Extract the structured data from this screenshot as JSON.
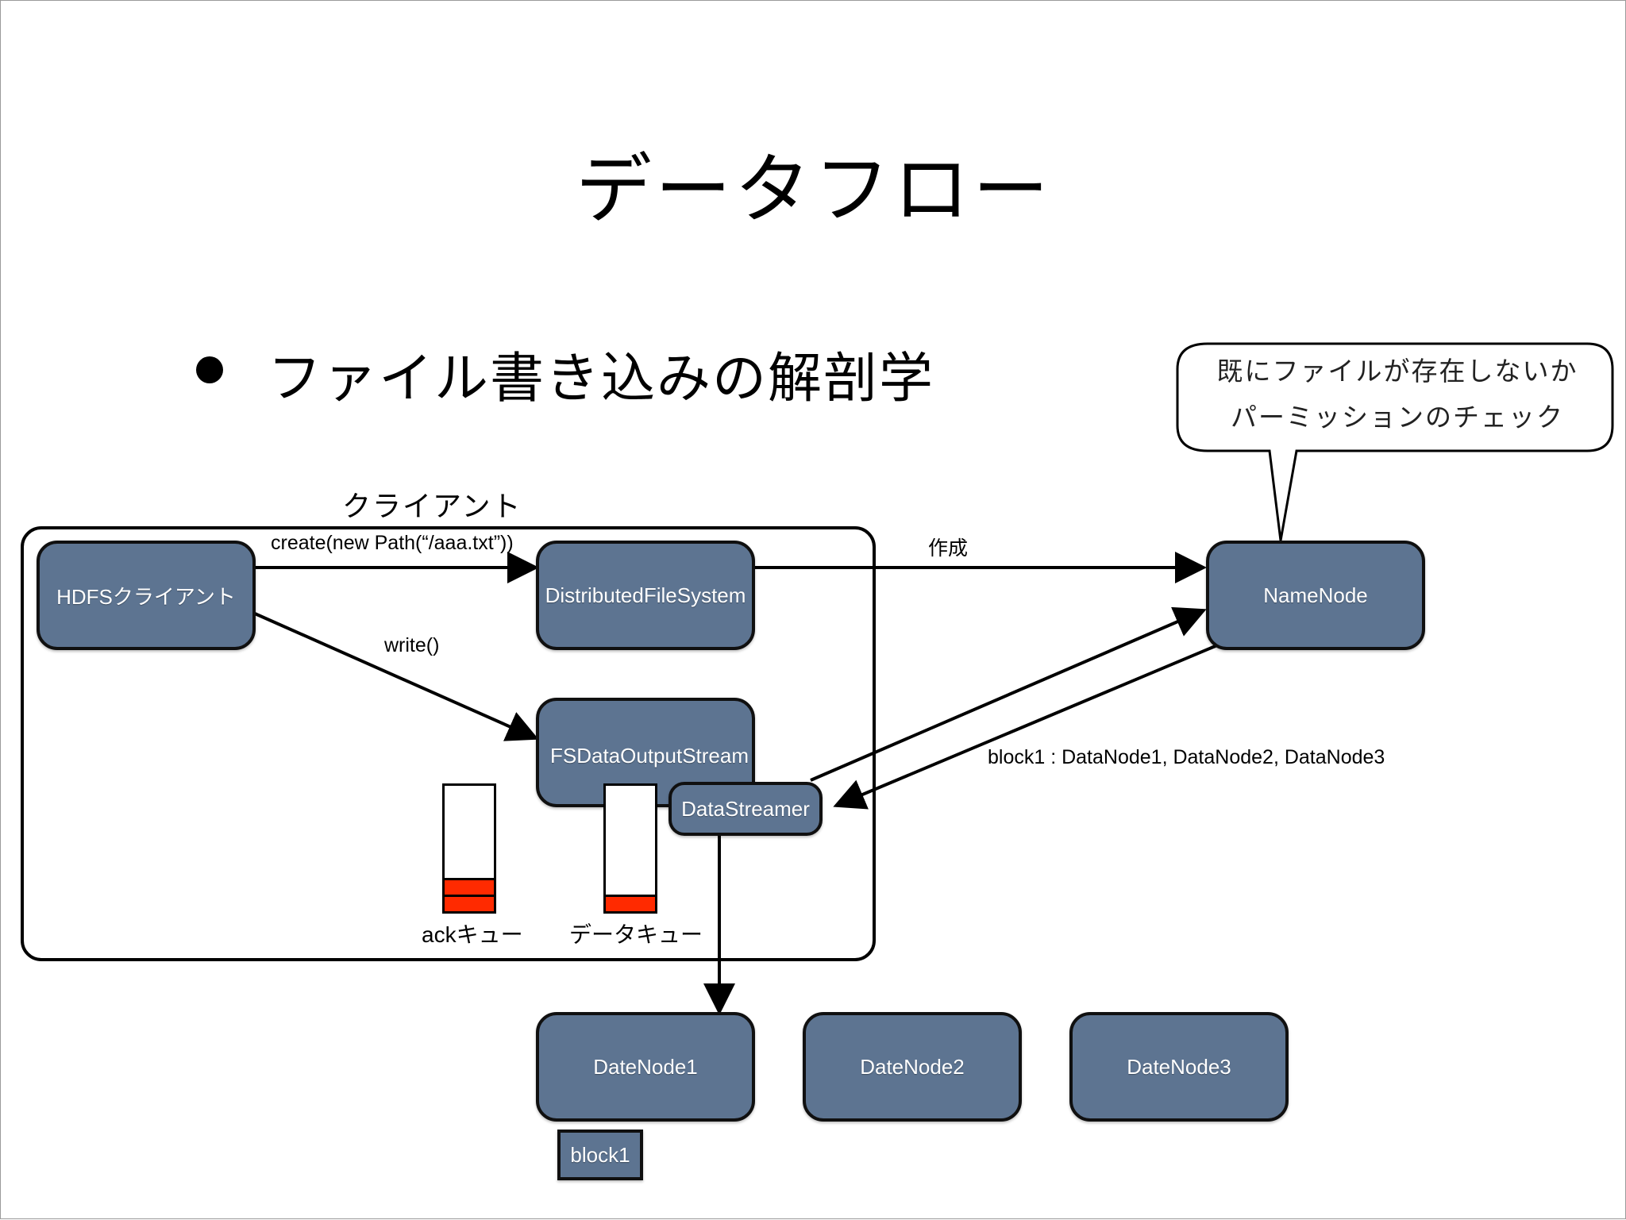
{
  "slide": {
    "title": "データフロー",
    "bullet": "ファイル書き込みの解剖学"
  },
  "callout": {
    "line1": "既にファイルが存在しないか",
    "line2": "パーミッションのチェック"
  },
  "client_group": {
    "label": "クライアント"
  },
  "nodes": {
    "hdfs_client": "HDFSクライアント",
    "distributed_fs": "DistributedFileSystem",
    "namenode": "NameNode",
    "fs_output_stream": "FSDataOutputStream",
    "data_streamer": "DataStreamer",
    "datenode1": "DateNode1",
    "datenode2": "DateNode2",
    "datenode3": "DateNode3",
    "block1": "block1"
  },
  "edges": {
    "create": "create(new Path(“/aaa.txt”))",
    "write": "write()",
    "make": "作成",
    "block_list": "block1 : DataNode1, DataNode2, DataNode3"
  },
  "queues": {
    "ack": {
      "label": "ackキュー",
      "filled": 2
    },
    "data": {
      "label": "データキュー",
      "filled": 1
    }
  },
  "colors": {
    "node_fill": "#5d7491",
    "queue_fill": "#ff2a00"
  }
}
